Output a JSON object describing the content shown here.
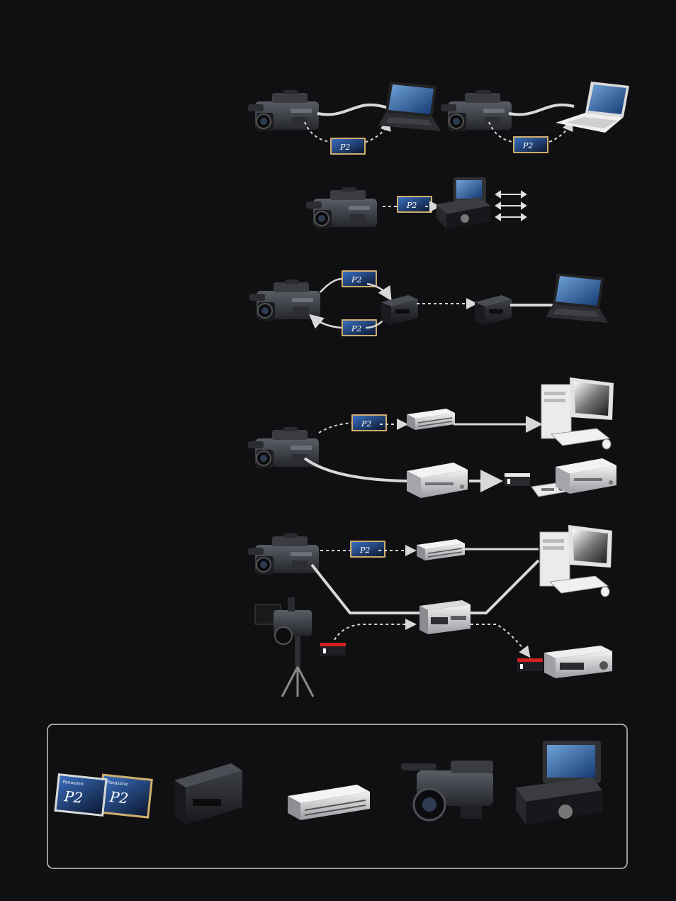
{
  "colors": {
    "background": "#101013",
    "line": "#d8d8d8",
    "panel_border": "#c9c9c9",
    "card_gold": "#c9a86a",
    "card_blue": "#2a5fae",
    "tape_red": "#d32020"
  },
  "card_labels": {
    "brand": "Panasonic",
    "logo": "P2"
  },
  "rows": [
    {
      "name": "row-1-laptop-transfer",
      "devices": [
        "camcorder-icon",
        "p2-card-icon",
        "laptop-icon",
        "camcorder-icon",
        "p2-card-icon",
        "white-laptop-icon"
      ]
    },
    {
      "name": "row-2-mobile-station",
      "devices": [
        "camcorder-icon",
        "p2-card-icon",
        "p2-mobile-station-icon",
        "double-arrow-icon"
      ]
    },
    {
      "name": "row-3-p2-store",
      "devices": [
        "camcorder-icon",
        "p2-card-icon",
        "p2-store-icon",
        "laptop-icon"
      ]
    },
    {
      "name": "row-4-card-drive-and-deck",
      "devices": [
        "camcorder-icon",
        "p2-card-icon",
        "card-drive-icon",
        "desktop-computer-icon",
        "studio-deck-icon",
        "tape-icon",
        "edit-controller-icon"
      ]
    },
    {
      "name": "row-5-mixed-workflow",
      "devices": [
        "camcorder-icon",
        "p2-card-icon",
        "card-drive-icon",
        "desktop-computer-icon",
        "cinema-camera-icon",
        "tape-icon",
        "studio-vtr-icon"
      ]
    }
  ],
  "product_panel": [
    "p2-cards-icon",
    "p2-store-icon",
    "card-drive-icon",
    "handheld-camcorder-icon",
    "p2-mobile-station-icon"
  ]
}
